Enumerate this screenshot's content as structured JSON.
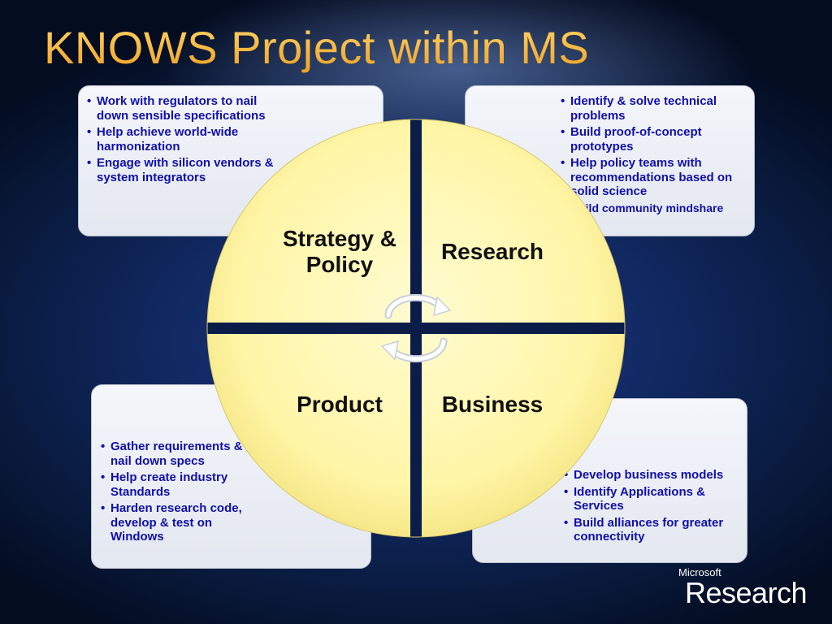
{
  "slide": {
    "title": "KNOWS Project within MS"
  },
  "quadrants": {
    "strategy": "Strategy & Policy",
    "research": "Research",
    "product": "Product",
    "business": "Business"
  },
  "boxes": {
    "strategy_bullets": [
      "Work with regulators to nail down sensible specifications",
      "Help achieve  world-wide harmonization",
      "Engage with silicon vendors & system integrators"
    ],
    "research_bullets": [
      "Identify & solve technical problems",
      "Build proof-of-concept prototypes",
      "Help policy teams with recommendations based on solid science",
      "Build community mindshare"
    ],
    "product_bullets": [
      "Gather requirements & nail down specs",
      "Help create industry Standards",
      "Harden research code, develop & test on Windows"
    ],
    "business_bullets": [
      "Develop business models",
      "Identify Applications & Services",
      "Build alliances for greater connectivity"
    ]
  },
  "logo": {
    "company": "Microsoft",
    "division": "Research"
  },
  "colors": {
    "title": "#ffc13a",
    "bullet_text": "#1010a8",
    "quadrant_fill": "#fff6a8",
    "background": "#112860"
  }
}
